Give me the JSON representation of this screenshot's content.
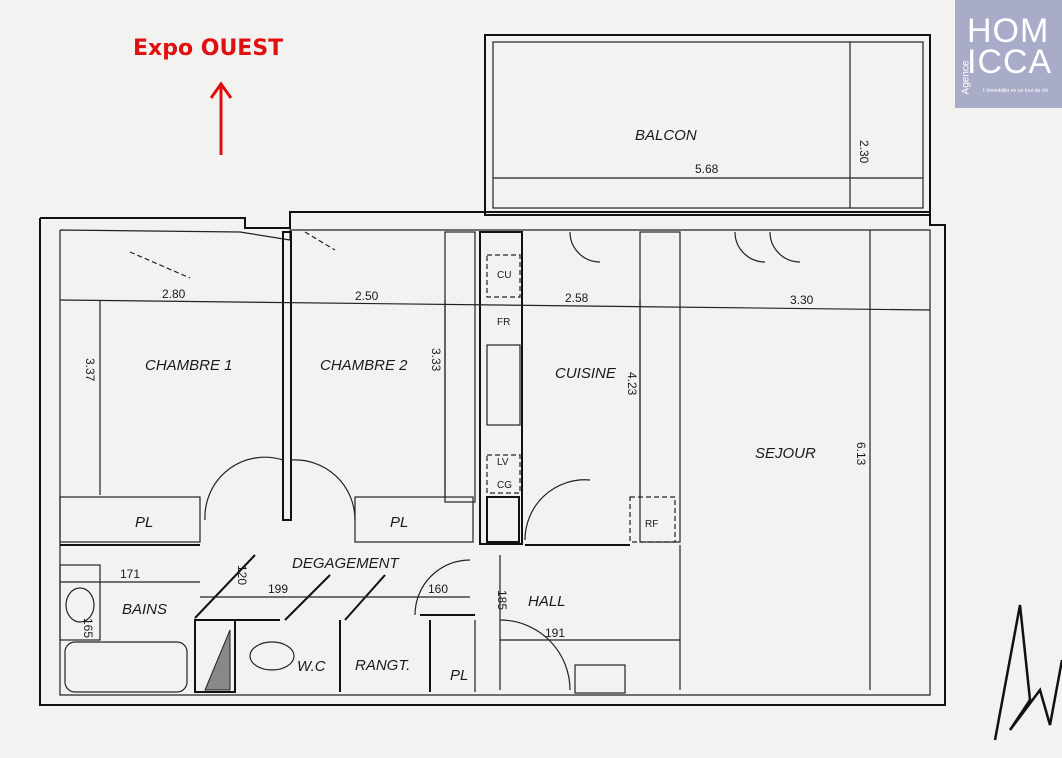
{
  "orientation": {
    "label": "Expo OUEST",
    "color": "#e01010"
  },
  "logo": {
    "line1": "HOM",
    "line2": "ICCA",
    "side": "Agence",
    "tagline": "L'immobilier en un tour de clé",
    "bg": "#a9acc9"
  },
  "rooms": {
    "balcon": "BALCON",
    "chambre1": "CHAMBRE 1",
    "chambre2": "CHAMBRE 2",
    "cuisine": "CUISINE",
    "sejour": "SEJOUR",
    "degagement": "DEGAGEMENT",
    "bains": "BAINS",
    "wc": "W.C",
    "rangt": "RANGT.",
    "hall": "HALL",
    "pl1": "PL",
    "pl2": "PL",
    "pl3": "PL",
    "rf": "RF",
    "cu": "CU",
    "fr": "FR",
    "lv": "LV",
    "cg": "CG"
  },
  "dimensions": {
    "balcon_w": "5.68",
    "balcon_h": "2.30",
    "ch1_w": "2.80",
    "ch2_w": "2.50",
    "cuisine_w": "2.58",
    "sejour_w": "3.30",
    "ch1_h": "3.37",
    "ch2_h": "3.33",
    "cuisine_h": "4.23",
    "sejour_h": "6.13",
    "deg_a": "120",
    "bains_w": "171",
    "deg_b": "199",
    "deg_c": "160",
    "hall_h": "185",
    "hall_w": "191",
    "bains_h": "165"
  }
}
